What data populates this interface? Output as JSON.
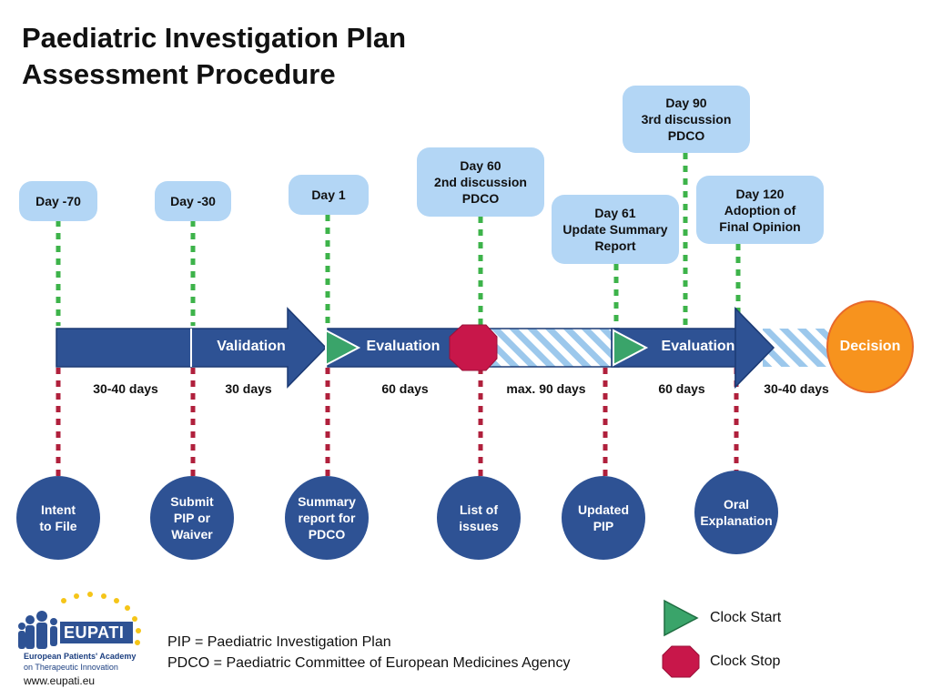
{
  "title": {
    "line1": "Paediatric Investigation Plan",
    "line2": "Assessment Procedure"
  },
  "day_boxes": [
    {
      "label": "Day -70"
    },
    {
      "label": "Day -30"
    },
    {
      "label": "Day 1"
    },
    {
      "label": "Day 60\n2nd discussion\nPDCO"
    },
    {
      "label": "Day 61\nUpdate Summary\nReport"
    },
    {
      "label": "Day 90\n3rd discussion\nPDCO"
    },
    {
      "label": "Day 120\nAdoption of\nFinal Opinion"
    }
  ],
  "stages": [
    {
      "label": "Validation"
    },
    {
      "label": "Evaluation"
    },
    {
      "label": "Evaluation"
    }
  ],
  "durations": [
    {
      "label": "30-40 days"
    },
    {
      "label": "30 days"
    },
    {
      "label": "60 days"
    },
    {
      "label": "max. 90 days"
    },
    {
      "label": "60 days"
    },
    {
      "label": "30-40 days"
    }
  ],
  "milestones": [
    {
      "label": "Intent\nto File"
    },
    {
      "label": "Submit\nPIP or\nWaiver"
    },
    {
      "label": "Summary\nreport for\nPDCO"
    },
    {
      "label": "List of\nissues"
    },
    {
      "label": "Updated\nPIP"
    },
    {
      "label": "Oral\nExplanation"
    }
  ],
  "decision": {
    "label": "Decision"
  },
  "legend": {
    "clock_start": "Clock Start",
    "clock_stop": "Clock Stop"
  },
  "abbreviations": {
    "pip": "PIP = Paediatric Investigation Plan",
    "pdco": "PDCO = Paediatric Committee of European Medicines Agency"
  },
  "logo": {
    "name": "EUPATI",
    "tagline1": "European Patients' Academy",
    "tagline2": "on Therapeutic Innovation",
    "url": "www.eupati.eu"
  },
  "colors": {
    "arrow_fill": "#2e5294",
    "day_box": "#b3d6f5",
    "green_dots": "#3db34a",
    "red_dots": "#b0203c",
    "clock_start": "#3aa46a",
    "clock_stop": "#c8174a",
    "decision": "#f7931e"
  }
}
